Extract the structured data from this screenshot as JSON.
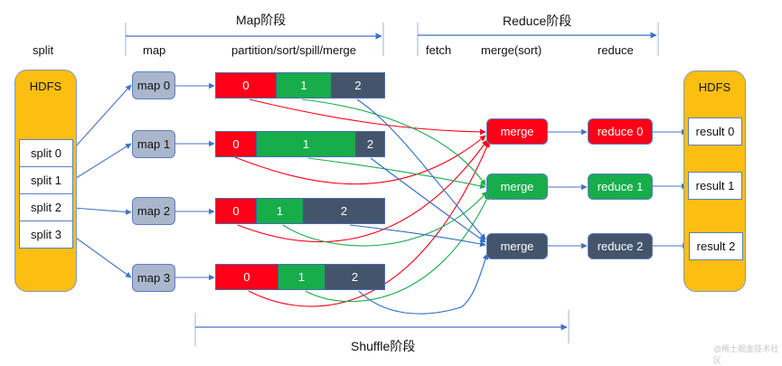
{
  "colors": {
    "p0": "#FF0018",
    "p1": "#17AD4B",
    "p2": "#44546A",
    "hdfs": "#FDBE12",
    "map_node": "#AAB6CB",
    "flow": "#4472C4"
  },
  "phases": {
    "map": {
      "title": "Map阶段",
      "steps": [
        "map",
        "partition/sort/spill/merge"
      ]
    },
    "reduce": {
      "title": "Reduce阶段",
      "steps": [
        "fetch",
        "merge(sort)",
        "reduce"
      ]
    },
    "shuffle": {
      "title": "Shuffle阶段"
    }
  },
  "split_label": "split",
  "hdfs_in": {
    "title": "HDFS",
    "splits": [
      "split 0",
      "split 1",
      "split 2",
      "split 3"
    ]
  },
  "maps": [
    {
      "label": "map 0",
      "partitions": [
        {
          "label": "0",
          "share": 0.36
        },
        {
          "label": "1",
          "share": 0.33
        },
        {
          "label": "2",
          "share": 0.31
        }
      ]
    },
    {
      "label": "map 1",
      "partitions": [
        {
          "label": "0",
          "share": 0.24
        },
        {
          "label": "1",
          "share": 0.59
        },
        {
          "label": "2",
          "share": 0.17
        }
      ]
    },
    {
      "label": "map 2",
      "partitions": [
        {
          "label": "0",
          "share": 0.24
        },
        {
          "label": "1",
          "share": 0.28
        },
        {
          "label": "2",
          "share": 0.48
        }
      ]
    },
    {
      "label": "map 3",
      "partitions": [
        {
          "label": "0",
          "share": 0.37
        },
        {
          "label": "1",
          "share": 0.28
        },
        {
          "label": "2",
          "share": 0.35
        }
      ]
    }
  ],
  "merges": [
    "merge",
    "merge",
    "merge"
  ],
  "reduces": [
    "reduce 0",
    "reduce 1",
    "reduce 2"
  ],
  "hdfs_out": {
    "title": "HDFS",
    "results": [
      "result 0",
      "result 1",
      "result 2"
    ]
  },
  "watermark": "@稀土掘金技术社区"
}
